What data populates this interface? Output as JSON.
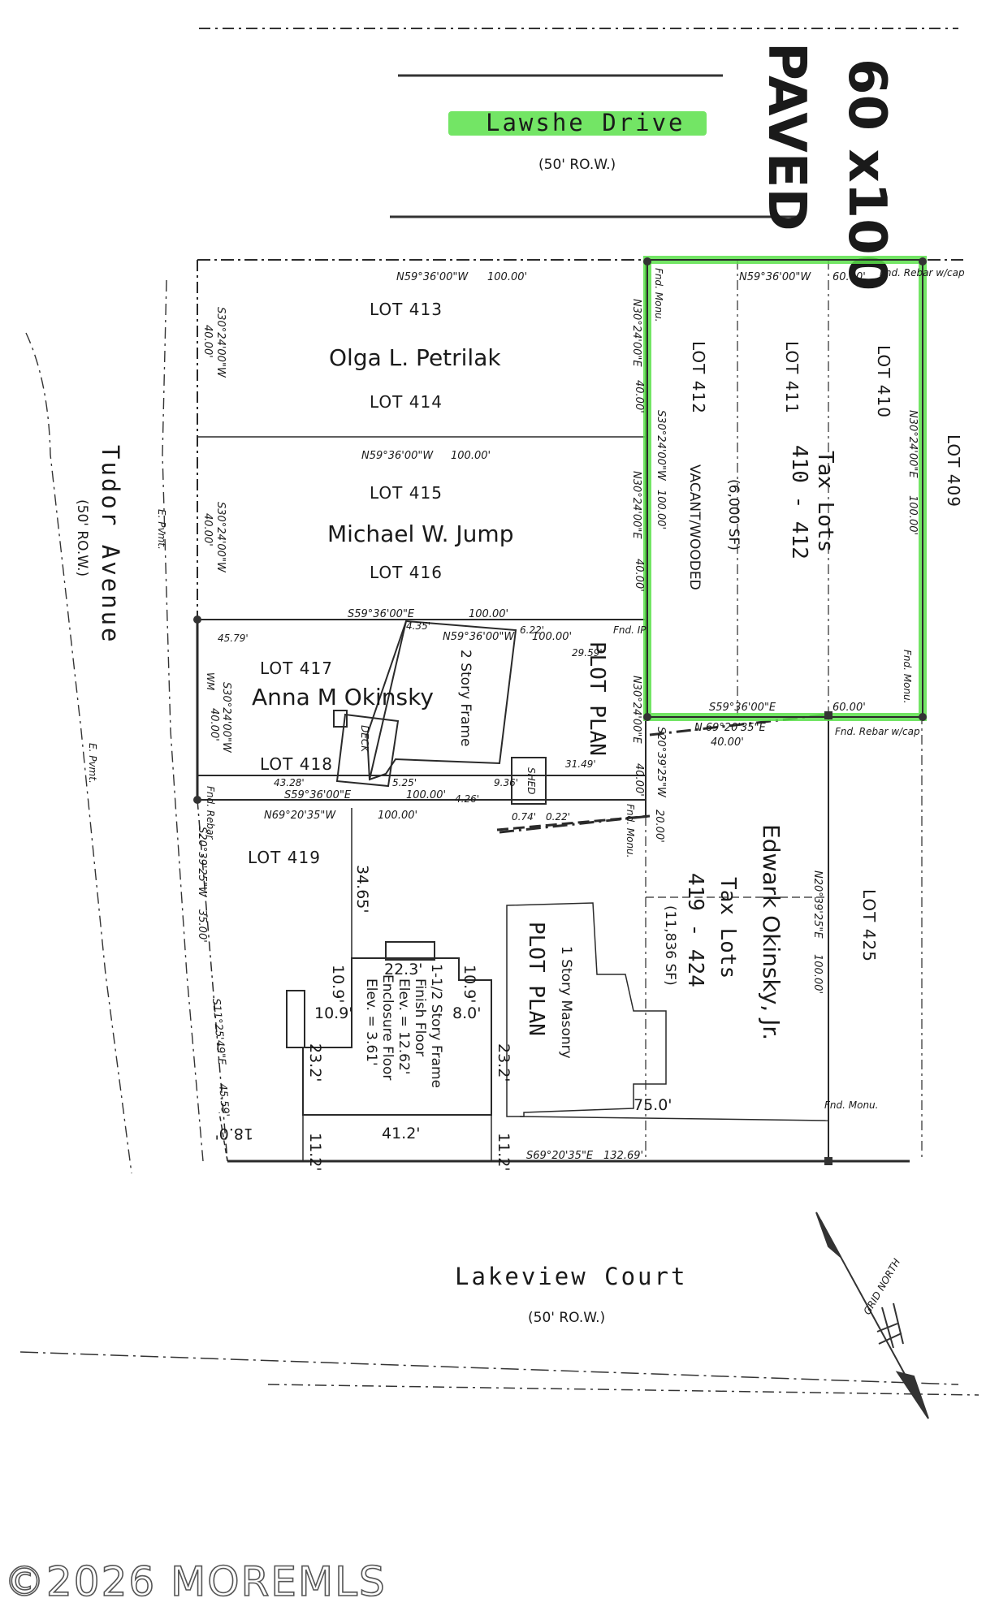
{
  "colors": {
    "highlight": "#5BE04A",
    "line": "#2a2a2a",
    "background": "#ffffff"
  },
  "streets": {
    "top": {
      "name": "Lawshe Drive",
      "row": "(50' RO.W.)"
    },
    "left": {
      "name": "Tudor Avenue",
      "row": "(50' RO.W.)"
    },
    "bottom": {
      "name": "Lakeview Court",
      "row": "(50' RO.W.)"
    }
  },
  "subject": {
    "size": "60 x100",
    "surface": "PAVED",
    "title": "Tax Lots",
    "lots": "410 - 412",
    "area": "(6,000 SF)",
    "status": "VACANT/WOODED"
  },
  "lots": {
    "413": "LOT 413",
    "414": "LOT 414",
    "415": "LOT 415",
    "416": "LOT 416",
    "417": "LOT 417",
    "418": "LOT 418",
    "419": "LOT 419",
    "412": "LOT 412",
    "411": "LOT 411",
    "410": "LOT 410",
    "409": "LOT 409",
    "425": "LOT 425"
  },
  "owners": {
    "petrilak": "Olga L. Petrilak",
    "jump": "Michael W. Jump",
    "okinsky": "Anna M Okinsky",
    "okinsky_jr": "Edwark Okinsky, Jr."
  },
  "okinsky_jr_lots": {
    "title": "Tax Lots",
    "lots": "419 - 424",
    "area": "(11,836 SF)"
  },
  "plot_plan_label": "PLOT PLAN",
  "structures": {
    "deck": "DECK",
    "shed": "SHED",
    "frame2": "2 Story Frame",
    "masonry": "1 Story Masonry",
    "house_line1": "1-1/2 Story Frame",
    "house_line2": "Finish Floor",
    "house_line3": "Elev. = 12.62'",
    "house_line4": "Enclosure Floor",
    "house_line5": "Elev. = 3.61'"
  },
  "bearings": {
    "b1": "N59°36'00\"W",
    "b1d": "100.00'",
    "b2": "N59°36'00\"W",
    "b2d": "60.00'",
    "b3": "N59°36'00\"W",
    "b3d": "100.00'",
    "b4": "S59°36'00\"E",
    "b4d": "100.00'",
    "b5": "N59°36'00\"W",
    "b5d": "100.00'",
    "b6": "S59°36'00\"E",
    "b6d": "60.00'",
    "b7": "N 69°20'35\"E",
    "b7d": "40.00'",
    "b8": "S59°36'00\"E",
    "b8d": "100.00'",
    "b9": "N69°20'35\"W",
    "b9d": "100.00'",
    "b10": "S69°20'35\"E",
    "b10d": "132.69'",
    "v1": "S30°24'00\"W",
    "v1d": "40.00'",
    "v2": "N30°24'00\"E",
    "v2d": "40.00'",
    "v3": "S30°24'00\"W",
    "v3d": "100.00'",
    "v4": "N30°24'00\"E",
    "v4d": "100.00'",
    "v5": "S30°24'00\"W",
    "v5d": "40.00'",
    "v6": "N30°24'00\"E",
    "v6d": "40.00'",
    "v7": "S30°24'00\"W",
    "v7d": "40.00'",
    "v8": "N30°24'00\"E",
    "v8d": "40.00'",
    "v9": "S20°39'25\"W",
    "v9d": "20.00'",
    "v10": "S20°39'25\"W",
    "v10d": "35.00'",
    "v11": "N20°39'25\"E",
    "v11d": "100.00'",
    "v12": "S11°25'49\"E",
    "v12d": "45.59'",
    "v13": "N30°24'00\"E",
    "v13d": "100.00'"
  },
  "monuments": {
    "fnd_rebar_cap": "Fnd. Rebar w/cap",
    "fnd_monu": "Fnd. Monu.",
    "fnd_ip": "Fnd. IP",
    "fnd_rebar": "Fnd. Rebar",
    "e_pvmt": "E. Pvmt.",
    "wm": "WM",
    "fnd_rebar_wcap2": "Fnd. Rebar w/cap"
  },
  "dimensions": {
    "d1": "45.79'",
    "d2": "4.35'",
    "d3": "6.22'",
    "d4": "29.59'",
    "d5": "43.28'",
    "d6": "5.25'",
    "d7": "4.26'",
    "d8": "9.36'",
    "d9": "31.49'",
    "d10": "0.74'",
    "d11": "0.22'",
    "d12": "34.65'",
    "d13": "22.3'",
    "d14": "10.9'",
    "d15": "10.9'",
    "d16": "10.9'",
    "d17": "8.0'",
    "d18": "23.2'",
    "d19": "23.2'",
    "d20": "41.2'",
    "d21": "11.2'",
    "d22": "11.2'",
    "d23": "18.0'",
    "d24": "75.0'"
  },
  "north_arrow_label": "GRID NORTH",
  "watermark": "©2026 MOREMLS"
}
